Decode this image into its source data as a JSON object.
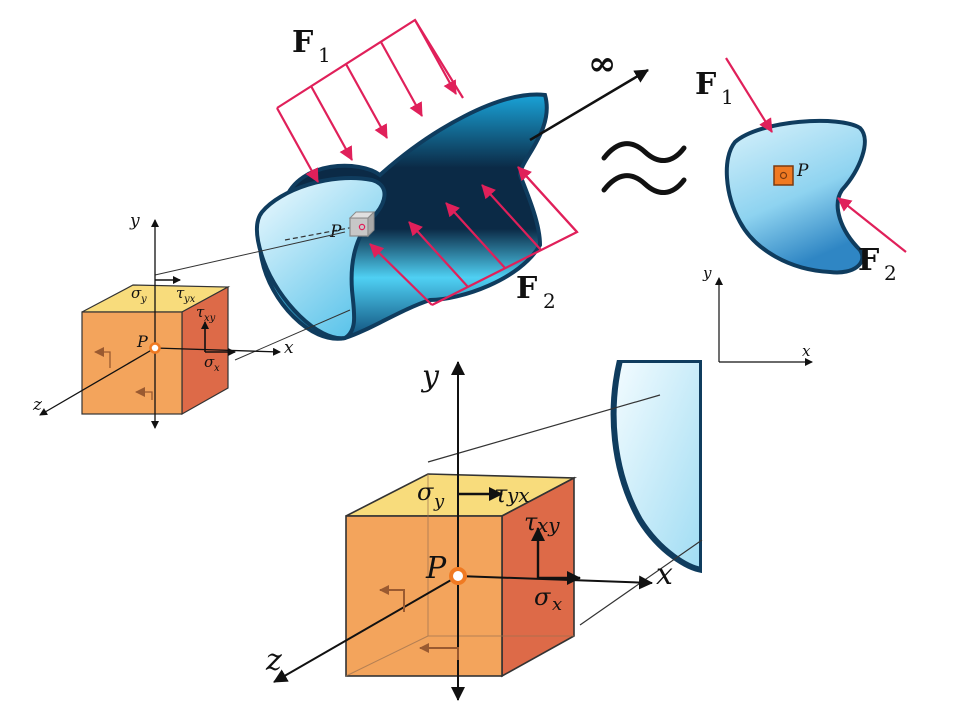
{
  "colors": {
    "force": "#e0205a",
    "cube_front": "#f3a45c",
    "cube_top": "#f8dc7c",
    "cube_side": "#dd6a48",
    "body_light": "#c8ecf8",
    "body_mid": "#2bb6e4",
    "body_dark": "#0b2a46",
    "outline": "#0f3c5e",
    "point_ring": "#f07a22",
    "zoom_shade": "#d6f1fb"
  },
  "icons": {
    "approx": "approximately-equal-icon"
  },
  "labels": {
    "force_1_letter": "F",
    "force_1_sub": "1",
    "force_2_letter": "F",
    "force_2_sub": "2",
    "infinity": "∞",
    "approx": "≈",
    "point": "P",
    "section_force_1_letter": "F",
    "section_force_1_sub": "1",
    "section_force_2_letter": "F",
    "section_force_2_sub": "2",
    "section_point": "P",
    "section_axis_x": "x",
    "section_axis_y": "y",
    "small_cube": {
      "axis_x": "x",
      "axis_y": "y",
      "axis_z": "z",
      "point": "P",
      "sigma_y": "σ",
      "sigma_y_sub": "y",
      "tau_yx": "τ",
      "tau_yx_sub": "yx",
      "tau_xy": "τ",
      "tau_xy_sub": "xy",
      "sigma_x": "σ",
      "sigma_x_sub": "x"
    },
    "zoom_cube": {
      "axis_x": "x",
      "axis_y": "y",
      "axis_z": "z",
      "point": "P",
      "sigma_y": "σ",
      "sigma_y_sub": "y",
      "tau_yx": "τ",
      "tau_yx_sub": "yx",
      "tau_xy": "τ",
      "tau_xy_sub": "xy",
      "sigma_x": "σ",
      "sigma_x_sub": "x"
    }
  }
}
